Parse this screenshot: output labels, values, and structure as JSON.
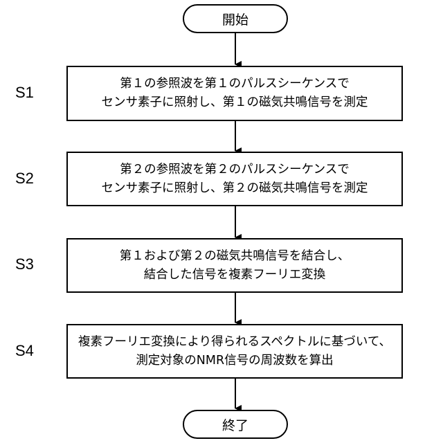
{
  "terminals": {
    "start": "開始",
    "end": "終了"
  },
  "steps": [
    {
      "label": "S1",
      "lines": [
        "第１の参照波を第１のパルスシーケンスで",
        "センサ素子に照射し、第１の磁気共鳴信号を測定"
      ]
    },
    {
      "label": "S2",
      "lines": [
        "第２の参照波を第２のパルスシーケンスで",
        "センサ素子に照射し、第２の磁気共鳴信号を測定"
      ]
    },
    {
      "label": "S3",
      "lines": [
        "第１および第２の磁気共鳴信号を結合し、",
        "結合した信号を複素フーリエ変換"
      ]
    },
    {
      "label": "S4",
      "lines": [
        "複素フーリエ変換により得られるスペクトルに基づいて、",
        "測定対象のNMR信号の周波数を算出"
      ]
    }
  ]
}
